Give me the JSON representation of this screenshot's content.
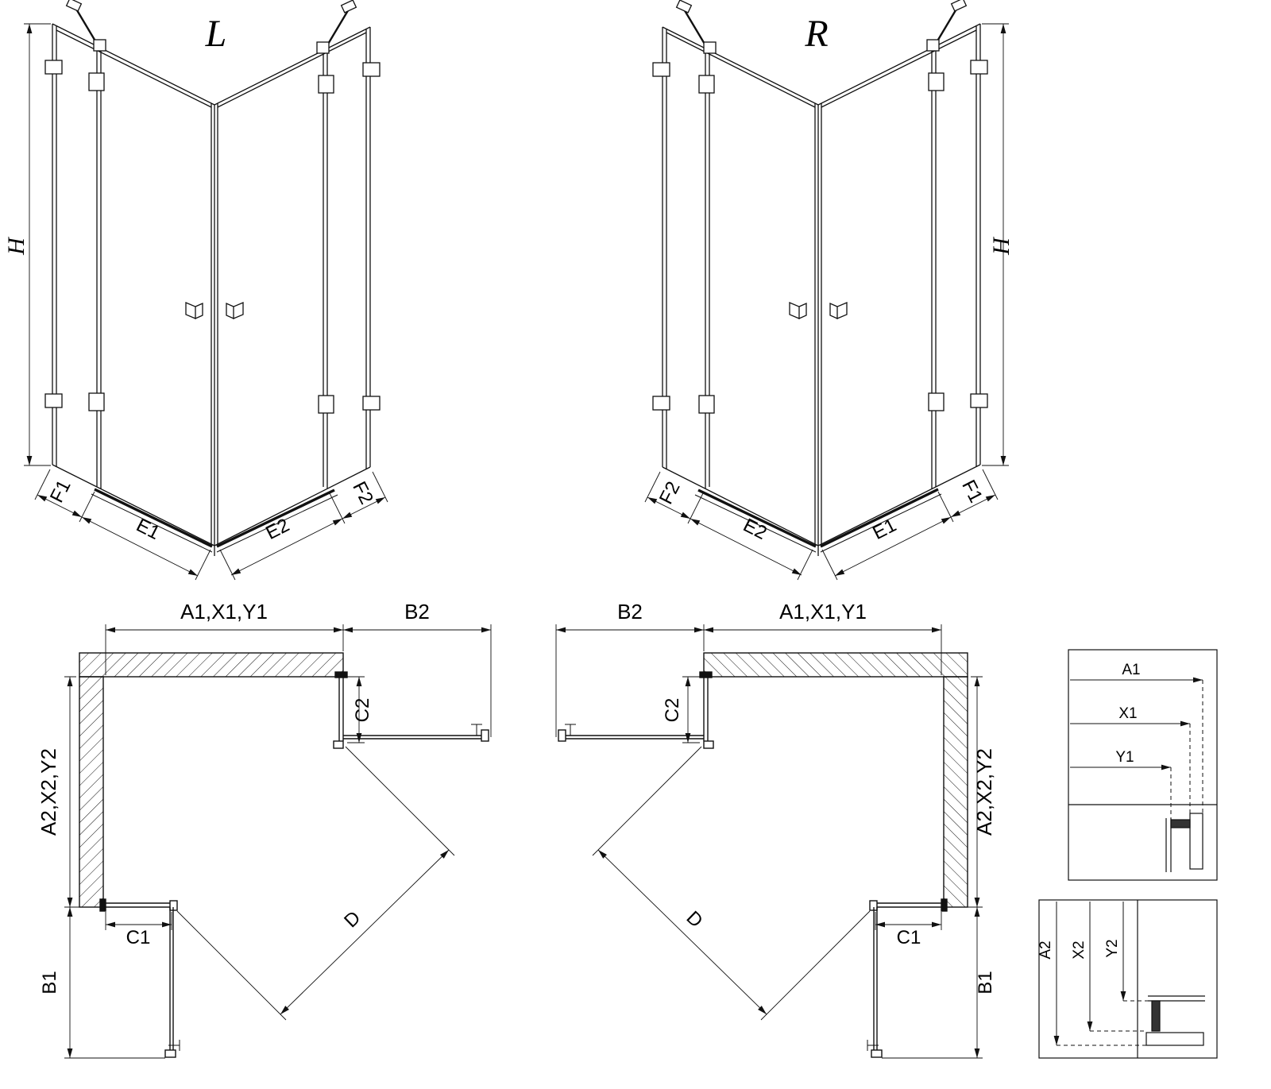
{
  "views": {
    "l3d": {
      "label": "L",
      "h": "H",
      "f1": "F1",
      "e1": "E1",
      "e2": "E2",
      "f2": "F2"
    },
    "r3d": {
      "label": "R",
      "h": "H",
      "f1": "F1",
      "e1": "E1",
      "e2": "E2",
      "f2": "F2"
    },
    "lplan": {
      "a1": "A1,X1,Y1",
      "b2": "B2",
      "c2": "C2",
      "a2": "A2,X2,Y2",
      "c1": "C1",
      "b1": "B1",
      "d": "D"
    },
    "rplan": {
      "a1": "A1,X1,Y1",
      "b2": "B2",
      "c2": "C2",
      "a2": "A2,X2,Y2",
      "c1": "C1",
      "b1": "B1",
      "d": "D"
    },
    "detail_top": {
      "a1": "A1",
      "x1": "X1",
      "y1": "Y1"
    },
    "detail_bottom": {
      "a2": "A2",
      "x2": "X2",
      "y2": "Y2"
    }
  },
  "colors": {
    "line": "#111111",
    "background": "#ffffff"
  }
}
